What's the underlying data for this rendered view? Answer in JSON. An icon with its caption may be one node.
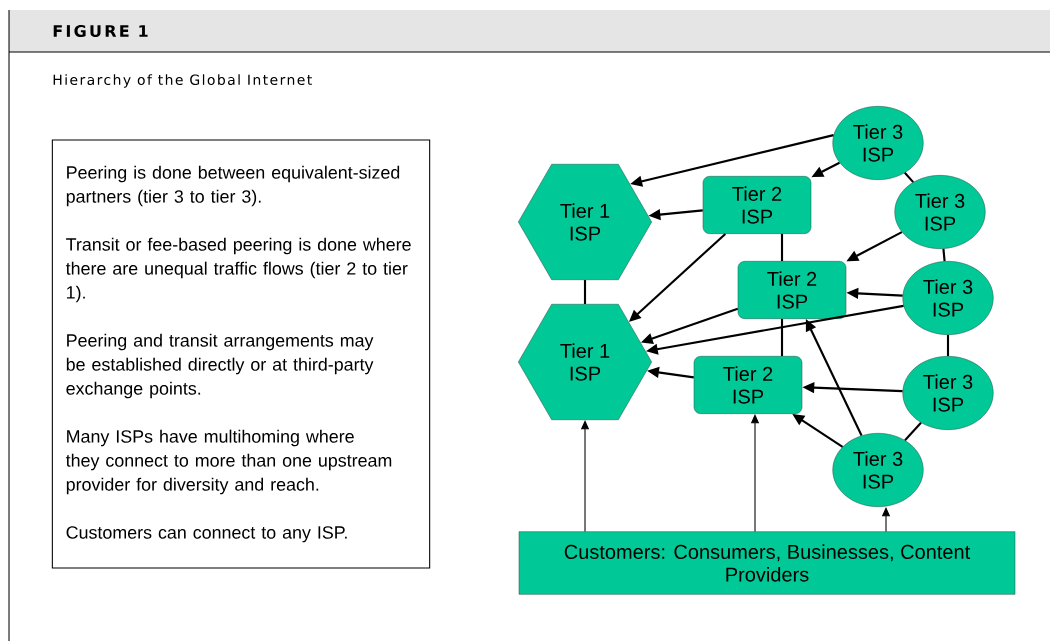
{
  "diagram": {
    "title": "Hierarchy of the Global Internet",
    "nodes": [
      {
        "text": [
          "Peering is done between equivalent-sized partners (tier 3 to tier 3).",
          "Transit or fee-based peering is done where there are unequal traffic flows (tier 2 to tier 1).",
          "Peering and transit arrangements may be established directly or at third-party exchange points.",
          "Many ISPs have multihoming where they connect to more than one upstream provider for diversity and reach.",
          "Customers can connect to any ISP."
        ]
      },
      {
        "text": [
          "Tier 1 ISP"
        ]
      },
      {
        "text": [
          "Tier 1 ISP"
        ]
      },
      {
        "text": [
          "Tier 2 ISP"
        ]
      },
      {
        "text": [
          "Tier 2 ISP"
        ]
      },
      {
        "text": [
          "Tier 2 ISP"
        ]
      },
      {
        "text": [
          "Tier 3 ISP"
        ]
      },
      {
        "text": [
          "Tier 3 ISP"
        ]
      },
      {
        "text": [
          "Tier 3 ISP"
        ]
      },
      {
        "text": [
          "Tier 3 ISP"
        ]
      },
      {
        "text": [
          "Tier 3 ISP"
        ]
      },
      {
        "text": [
          "Customers: Consumers, Businesses, Content Providers"
        ]
      }
    ],
    "edges": [
      {
        "from": 6,
        "to": 1,
        "arrow": "to"
      },
      {
        "from": 6,
        "to": 3,
        "arrow": "to"
      },
      {
        "from": 6,
        "to": 7,
        "arrow": "none"
      },
      {
        "from": 3,
        "to": 1,
        "arrow": "to"
      },
      {
        "from": 3,
        "to": 2,
        "arrow": "to"
      },
      {
        "from": 3,
        "to": 4,
        "arrow": "none"
      },
      {
        "from": 1,
        "to": 2,
        "arrow": "none"
      },
      {
        "from": 7,
        "to": 4,
        "arrow": "to"
      },
      {
        "from": 7,
        "to": 8,
        "arrow": "none"
      },
      {
        "from": 8,
        "to": 4,
        "arrow": "to"
      },
      {
        "from": 4,
        "to": 2,
        "arrow": "to"
      },
      {
        "from": 8,
        "to": 2,
        "arrow": "to"
      },
      {
        "from": 4,
        "to": 5,
        "arrow": "none"
      },
      {
        "from": 5,
        "to": 2,
        "arrow": "to"
      },
      {
        "from": 8,
        "to": 9,
        "arrow": "none"
      },
      {
        "from": 9,
        "to": 5,
        "arrow": "to"
      },
      {
        "from": 10,
        "to": 5,
        "arrow": "to"
      },
      {
        "from": 10,
        "to": 4,
        "arrow": "to"
      },
      {
        "from": 9,
        "to": 10,
        "arrow": "none"
      },
      {
        "from": 11,
        "to": 2,
        "arrow": "to"
      },
      {
        "from": 11,
        "to": 5,
        "arrow": "to"
      },
      {
        "from": 11,
        "to": 10,
        "arrow": "to"
      }
    ],
    "labels": [
      "FIGURE 1"
    ]
  }
}
